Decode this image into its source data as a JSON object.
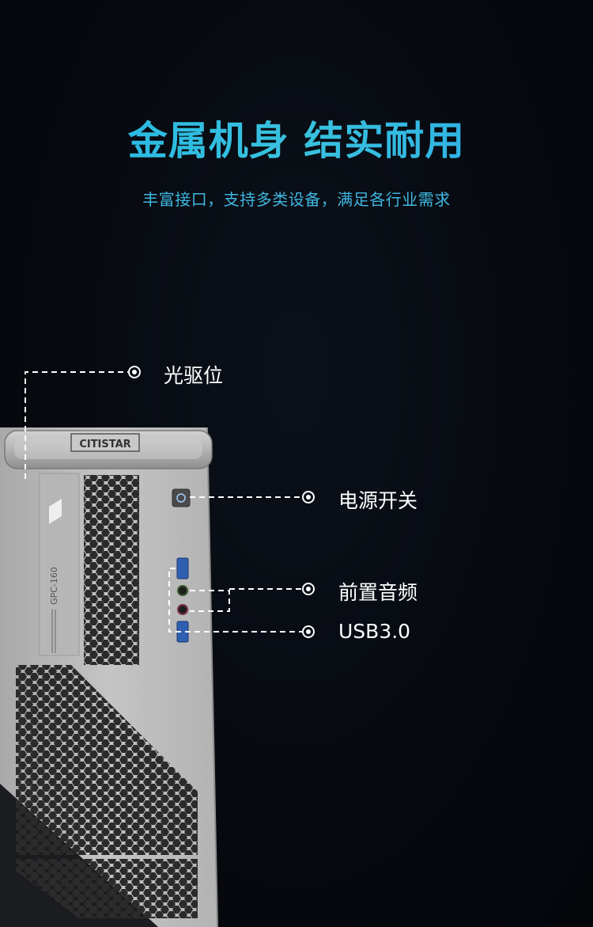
{
  "hero": {
    "title": "金属机身 结实耐用",
    "subtitle": "丰富接口，支持多类设备，满足各行业需求"
  },
  "product": {
    "brand_logo_text": "CITISTAR",
    "model_text": "GPC-160"
  },
  "callouts": [
    {
      "id": "optical-drive",
      "label": "光驱位"
    },
    {
      "id": "power-switch",
      "label": "电源开关"
    },
    {
      "id": "front-audio",
      "label": "前置音频"
    },
    {
      "id": "usb",
      "label": "USB3.0"
    }
  ],
  "colors": {
    "background": "#06090f",
    "title_gradient_start": "#21b4e6",
    "title_gradient_end": "#2aa9e8",
    "subtitle": "#3fb7e2",
    "chassis": "#b9b9b9",
    "callout_line": "#ffffff"
  }
}
